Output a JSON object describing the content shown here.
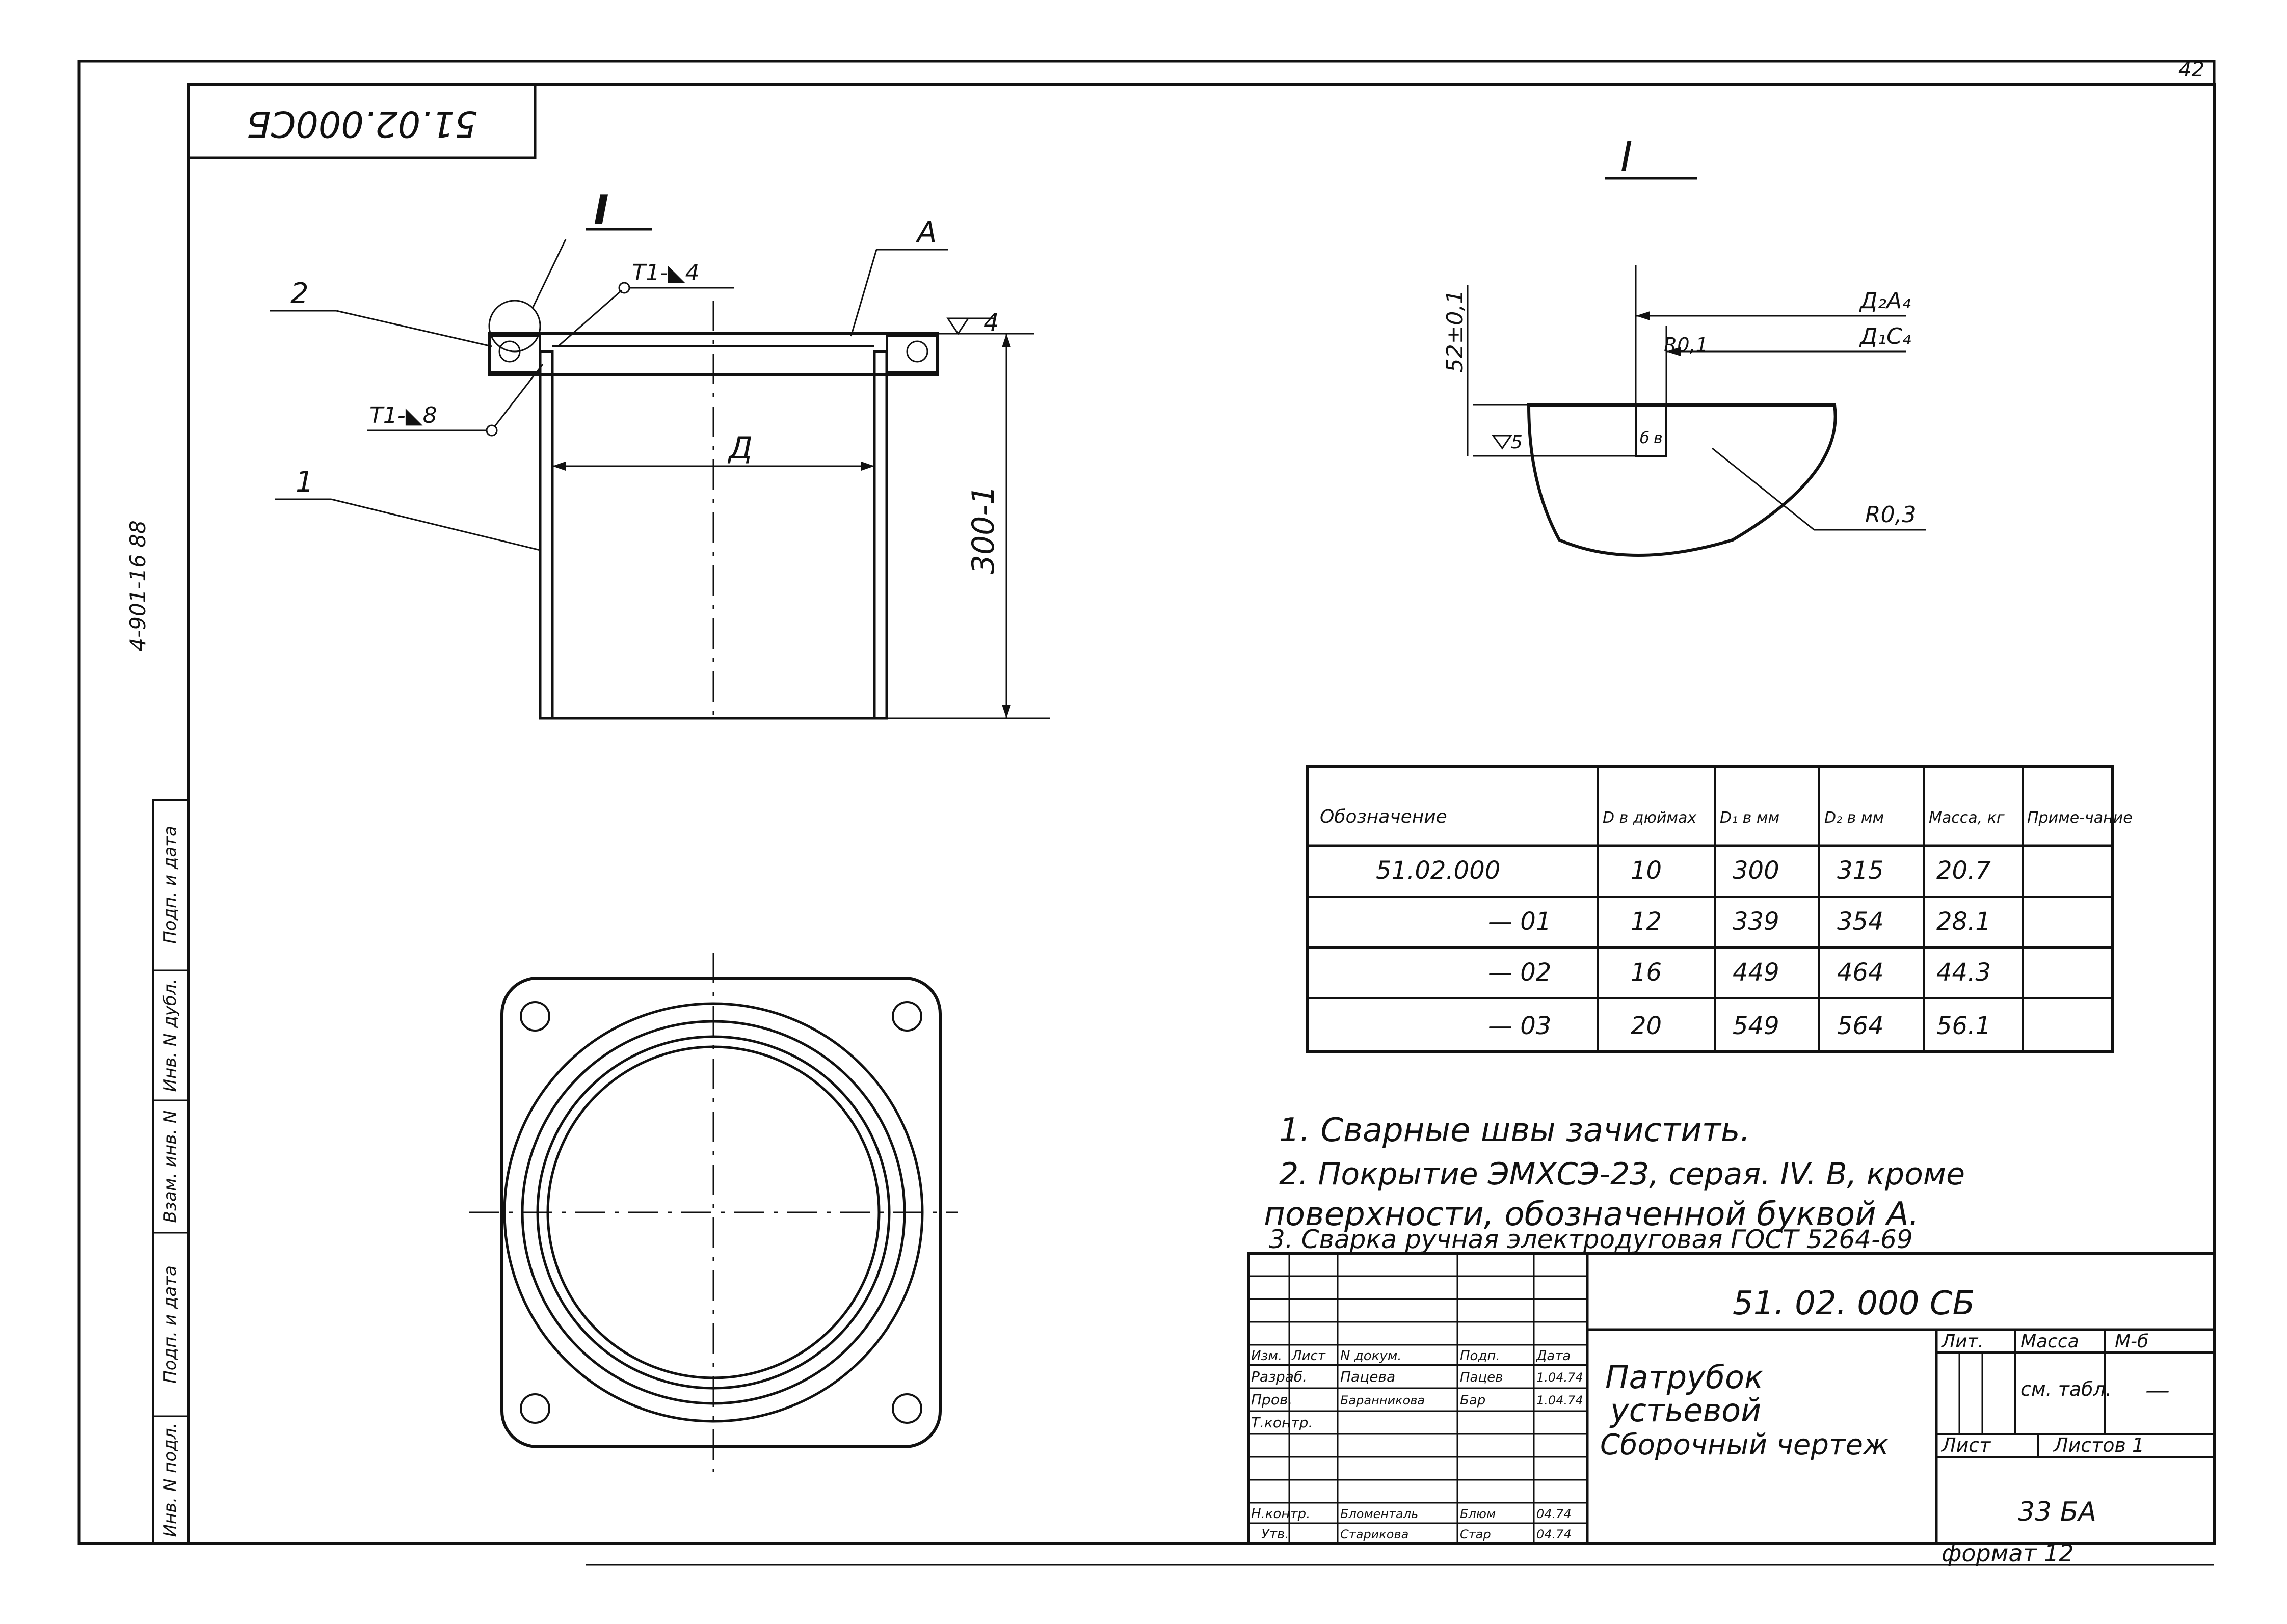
{
  "page_number": "42",
  "stamp_top": "51.02.000СБ",
  "side_code": "4-901-16  88",
  "main_view": {
    "detail_marker": "I",
    "leader_2": "2",
    "leader_1": "1",
    "leader_A": "А",
    "weld_top": "Т1-◣4",
    "weld_left": "Т1-◣8",
    "roughness_top": "4",
    "dim_D": "Д",
    "dim_height": "300-1"
  },
  "detail_view": {
    "title": "I",
    "dim_52": "52±0,1",
    "label_D2A4": "Д₂А₄",
    "label_D1C4": "Д₁С₄",
    "label_R01": "R0,1",
    "label_R03": "R0,3",
    "roughness_5": "5",
    "mark_b1": "б",
    "mark_b2": "в"
  },
  "spec_table": {
    "headers": [
      "Обозначение",
      "D в дюймах",
      "D₁ в мм",
      "D₂ в мм",
      "Масса, кг",
      "Приме-чание"
    ],
    "rows": [
      [
        "51.02.000",
        "10",
        "300",
        "315",
        "20.7",
        ""
      ],
      [
        "— 01",
        "12",
        "339",
        "354",
        "28.1",
        ""
      ],
      [
        "— 02",
        "16",
        "449",
        "464",
        "44.3",
        ""
      ],
      [
        "— 03",
        "20",
        "549",
        "564",
        "56.1",
        ""
      ]
    ]
  },
  "notes": [
    "1. Сварные швы зачистить.",
    "2. Покрытие ЭМХСЭ-23, серая. IV. В, кроме",
    "поверхности, обозначенной буквой А.",
    "3. Сварка ручная электродуговая ГОСТ 5264-69"
  ],
  "title_block": {
    "drawing_code": "51. 02. 000 СБ",
    "name_line1": "Патрубок",
    "name_line2": "устьевой",
    "name_line3": "Сборочный чертеж",
    "col_lit": "Лит.",
    "col_mass": "Масса",
    "col_scale": "М-б",
    "mass_value": "см. табл.",
    "scale_value": "—",
    "sheet_label": "Лист",
    "sheets_label": "Листов 1",
    "org": "33 БА",
    "format": "формат 12",
    "rows": [
      {
        "role": "Изм.",
        "name": "Лист",
        "doc": "N докум.",
        "sign": "Подп.",
        "date": "Дата"
      },
      {
        "role": "Разраб.",
        "name": "Пацева",
        "doc": "",
        "sign": "Пацев",
        "date": "1.04.74"
      },
      {
        "role": "Пров.",
        "name": "Баранникова",
        "doc": "",
        "sign": "Бар",
        "date": "1.04.74"
      },
      {
        "role": "Т.контр.",
        "name": "",
        "doc": "",
        "sign": "",
        "date": ""
      },
      {
        "role": "Н.контр.",
        "name": "Бломенталь",
        "doc": "",
        "sign": "Блюм",
        "date": "04.74"
      },
      {
        "role": "Утв.",
        "name": "Старикова",
        "doc": "",
        "sign": "Стар",
        "date": "04.74"
      }
    ]
  },
  "side_columns": [
    "Инв. N подл.",
    "Подп. и дата",
    "Взам. инв. N",
    "Инв. N дубл.",
    "Подп. и дата"
  ]
}
